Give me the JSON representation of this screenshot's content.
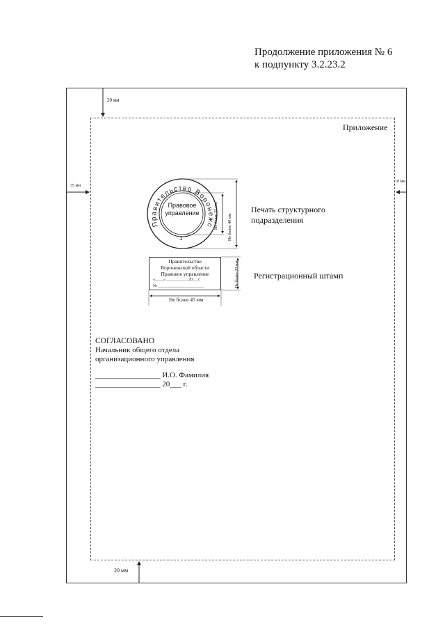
{
  "header": {
    "line1": "Продолжение приложения № 6",
    "line2": "к подпункту 3.2.23.2"
  },
  "page": {
    "appendix_label": "Приложение"
  },
  "margins": {
    "top": "20 мм",
    "left": "35 мм",
    "right": "10 мм",
    "bottom": "20 мм"
  },
  "seal": {
    "ring_text": "Правительство Воронежской области",
    "center_line1": "Правовое",
    "center_line2": "управление",
    "number": "1",
    "dim_inner": "Не более 25 мм",
    "dim_outer": "Не более 40 мм",
    "caption_line1": "Печать структурного",
    "caption_line2": "подразделения"
  },
  "reg_stamp": {
    "line1": "Правительство",
    "line2": "Воронежской области",
    "line3": "Правовое управление",
    "date_line": "«____» __________ 20__ г.",
    "number_line": "№ ______________________",
    "dim_height": "Не более 20 мм",
    "dim_width": "Не более 45 мм",
    "caption": "Регистрационный штамп"
  },
  "approval": {
    "title": "СОГЛАСОВАНО",
    "position_line1": "Начальник общего отдела",
    "position_line2": "организационного управления",
    "signature_line": "_________________ И.О. Фамилия",
    "date_line": "_________________ 20___ г."
  }
}
